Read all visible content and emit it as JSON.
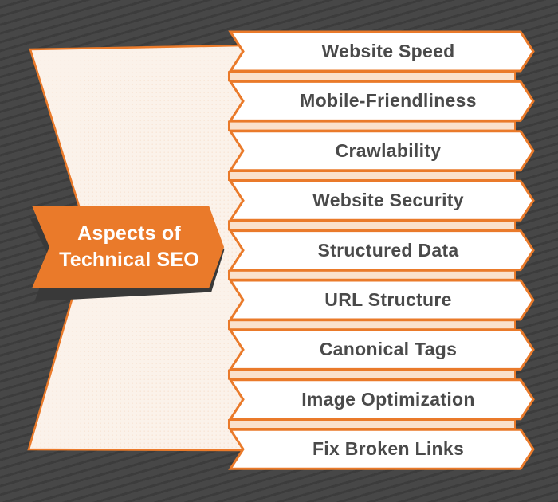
{
  "infographic_title": "Aspects of Technical SEO",
  "label_banner": {
    "line1": "Aspects of",
    "line2": "Technical SEO"
  },
  "banners": [
    {
      "label": "Website Speed"
    },
    {
      "label": "Mobile-Friendliness"
    },
    {
      "label": "Crawlability"
    },
    {
      "label": "Website Security"
    },
    {
      "label": "Structured Data"
    },
    {
      "label": "URL Structure"
    },
    {
      "label": "Canonical Tags"
    },
    {
      "label": "Image Optimization"
    },
    {
      "label": "Fix Broken Links"
    }
  ],
  "colors": {
    "orange": "#EA7A2A",
    "bg": "#474747",
    "cream": "#FBF2EA",
    "peach": "#FAE1CC",
    "white": "#FFFFFF",
    "text": "#4A4A4A"
  }
}
